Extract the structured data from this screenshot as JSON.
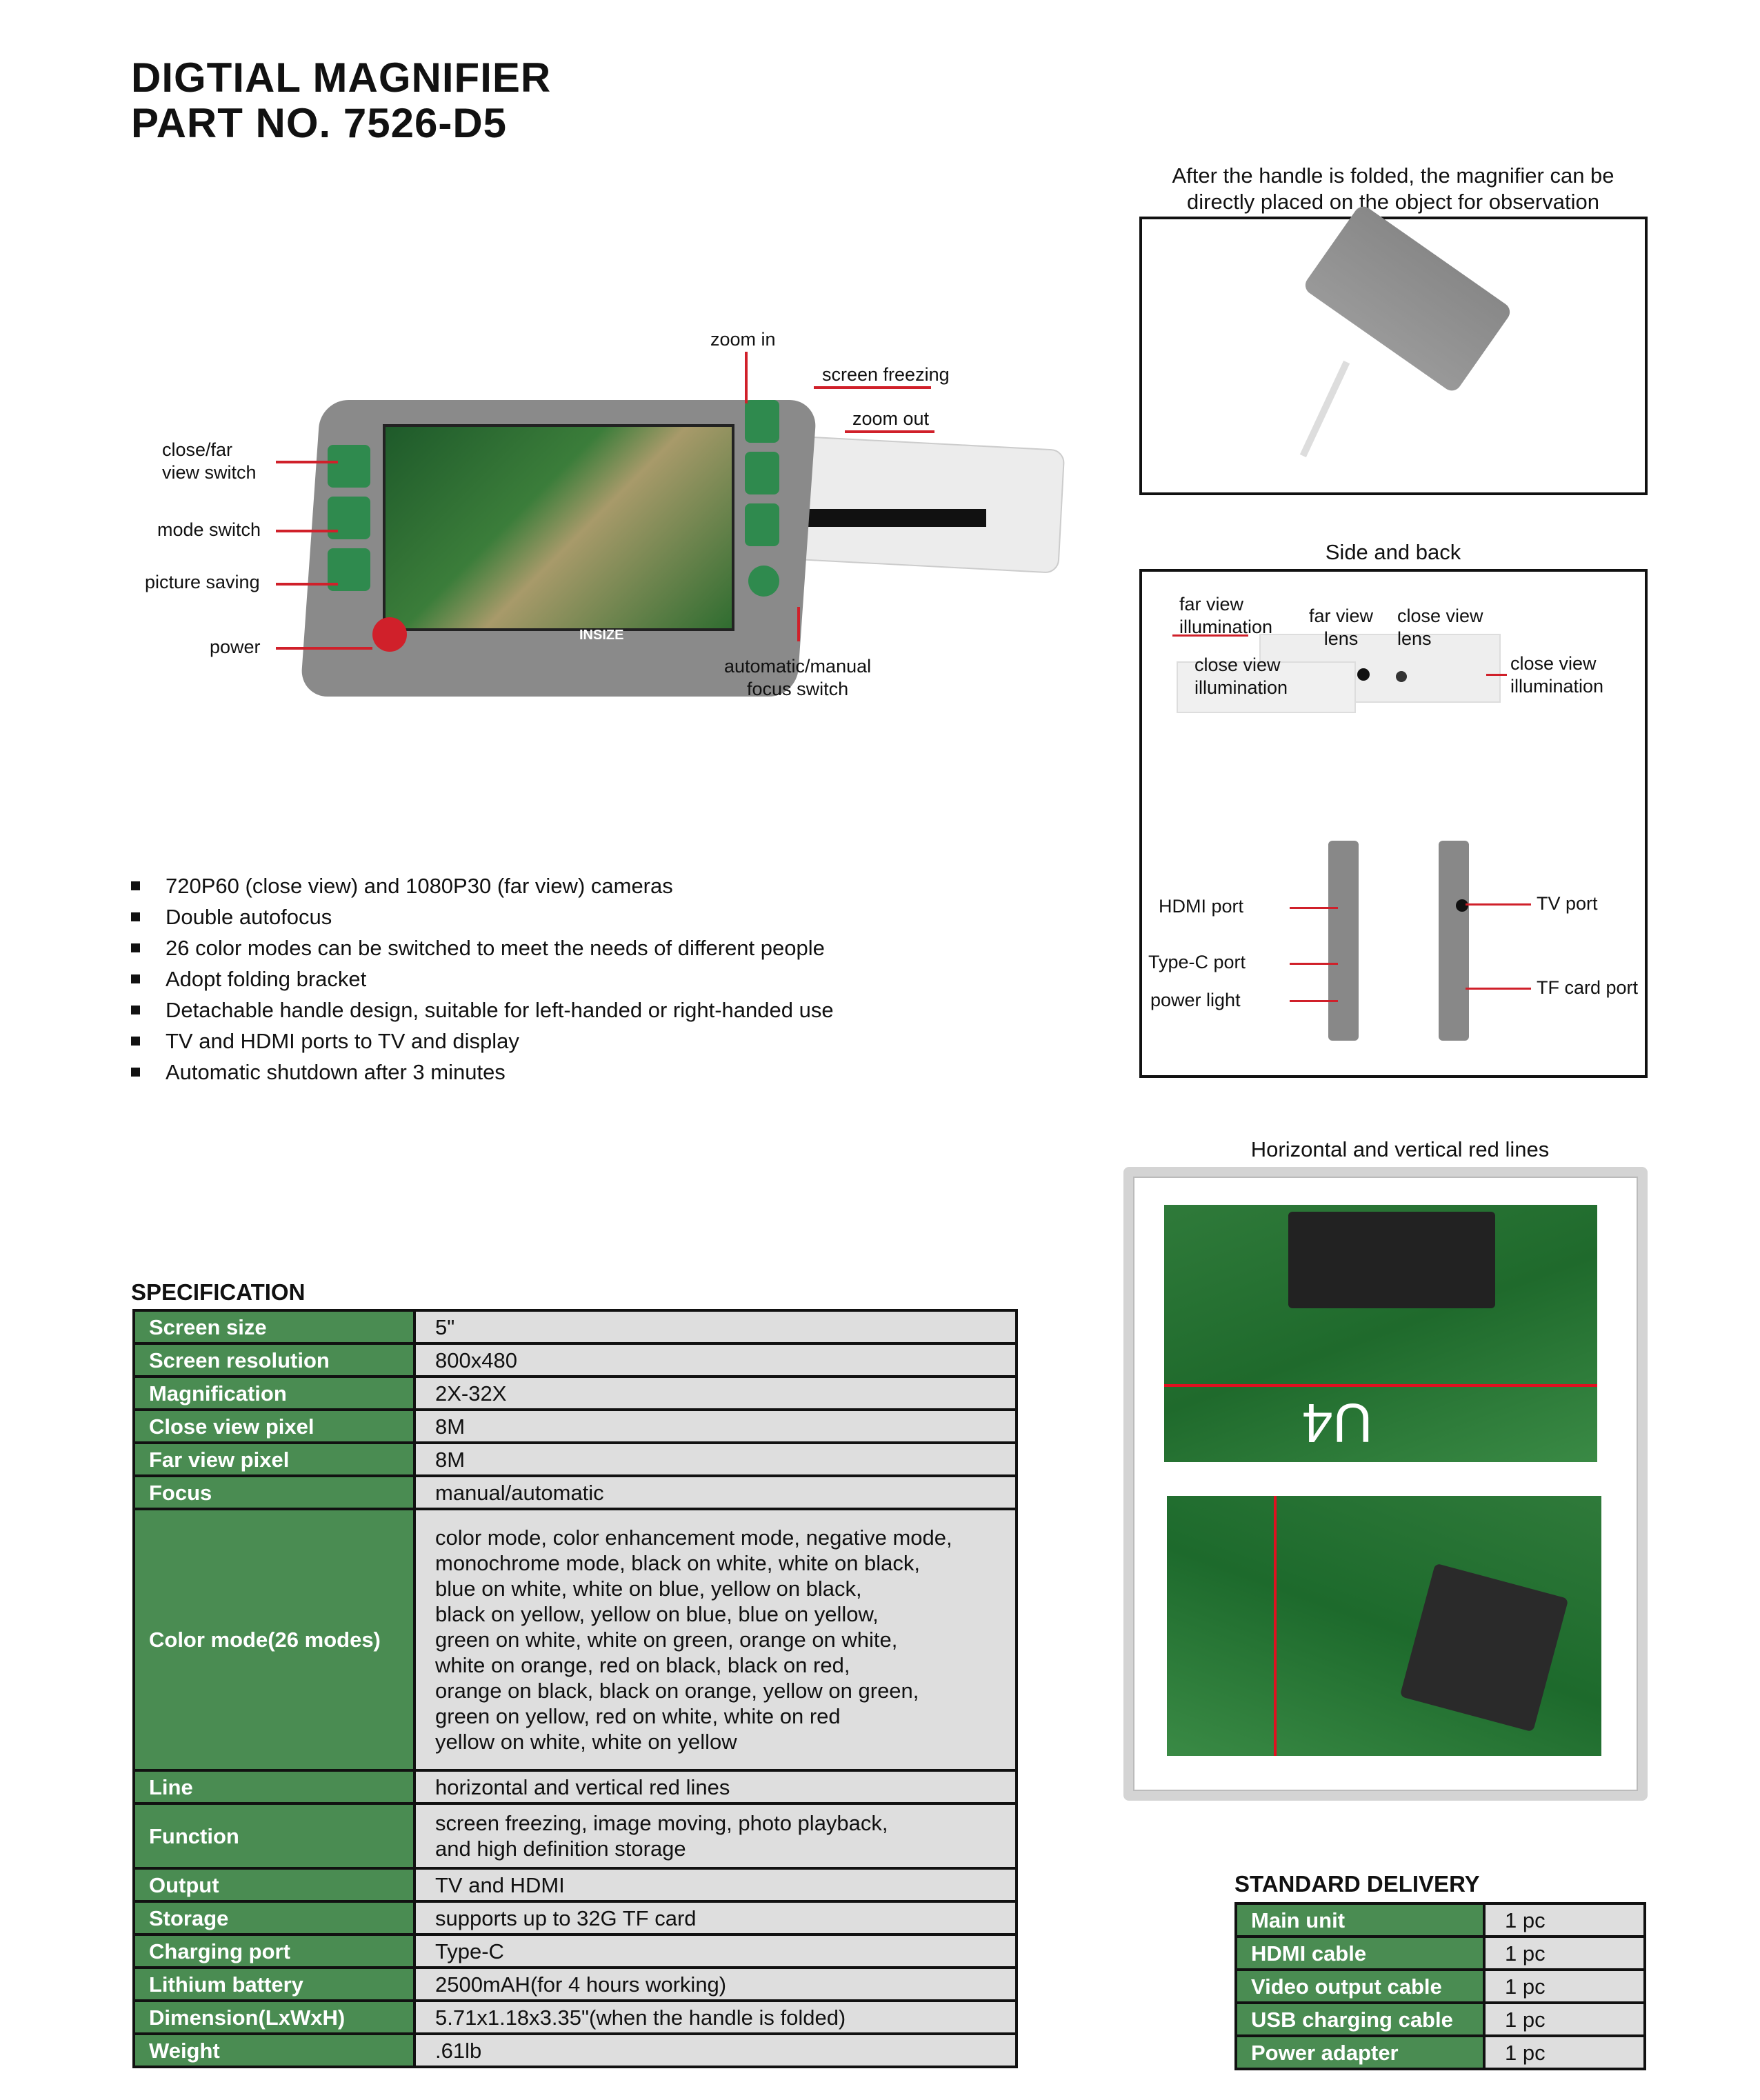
{
  "title": {
    "line1": "DIGTIAL MAGNIFIER",
    "line2": "PART NO. 7526-D5"
  },
  "device_labels": {
    "zoom_in": "zoom in",
    "screen_freezing": "screen freezing",
    "zoom_out": "zoom out",
    "close_far_1": "close/far",
    "close_far_2": "view  switch",
    "mode_switch": "mode switch",
    "picture_saving": "picture saving",
    "power": "power",
    "focus_1": "automatic/manual",
    "focus_2": "focus switch",
    "brand": "INSIZE"
  },
  "folded": {
    "caption_1": "After the handle is folded, the magnifier can be",
    "caption_2": "directly placed on the object for observation"
  },
  "side_back": {
    "caption": "Side and back",
    "far_view_illum_1": "far view",
    "far_view_illum_2": "illumination",
    "far_view_lens_1": "far view",
    "far_view_lens_2": "lens",
    "close_view_lens_1": "close view",
    "close_view_lens_2": "lens",
    "close_illum_l1": "close view",
    "close_illum_l2": "illumination",
    "close_illum_r1": "close view",
    "close_illum_r2": "illumination",
    "hdmi": "HDMI port",
    "typec": "Type-C port",
    "power_light": "power light",
    "tv": "TV port",
    "tf": "TF card port"
  },
  "features": [
    "720P60 (close view) and 1080P30 (far view) cameras",
    "Double autofocus",
    "26 color modes can be switched to meet the needs of different people",
    "Adopt folding bracket",
    "Detachable handle design, suitable for left-handed or right-handed use",
    "TV and HDMI ports to TV and display",
    "Automatic shutdown after 3 minutes"
  ],
  "red_lines": {
    "caption": "Horizontal and vertical red lines",
    "chip_label": "U4"
  },
  "specification": {
    "heading": "SPECIFICATION",
    "rows": [
      {
        "k": "Screen size",
        "v": "5\""
      },
      {
        "k": "Screen resolution",
        "v": "800x480"
      },
      {
        "k": "Magnification",
        "v": "2X-32X"
      },
      {
        "k": "Close view pixel",
        "v": "8M"
      },
      {
        "k": "Far view pixel",
        "v": "8M"
      },
      {
        "k": "Focus",
        "v": "manual/automatic"
      },
      {
        "k": "Color mode(26 modes)",
        "v": [
          "color mode, color enhancement mode, negative mode,",
          "monochrome mode, black on white, white on black,",
          "blue on white, white on blue, yellow on black,",
          "black on yellow, yellow on blue, blue on yellow,",
          "green on white, white on green, orange on white,",
          "white on orange, red on black, black on red,",
          "orange on black, black on orange, yellow on green,",
          "green on yellow, red on white, white on red",
          "yellow on white, white on yellow"
        ]
      },
      {
        "k": "Line",
        "v": "horizontal and vertical red lines"
      },
      {
        "k": "Function",
        "v": [
          "screen freezing, image moving, photo playback,",
          "and high definition storage"
        ]
      },
      {
        "k": "Output",
        "v": "TV and HDMI"
      },
      {
        "k": "Storage",
        "v": "supports up to 32G TF card"
      },
      {
        "k": "Charging port",
        "v": "Type-C"
      },
      {
        "k": "Lithium battery",
        "v": "2500mAH(for 4 hours working)"
      },
      {
        "k": "Dimension(LxWxH)",
        "v": "5.71x1.18x3.35\"(when the handle is folded)"
      },
      {
        "k": "Weight",
        "v": ".61lb"
      }
    ]
  },
  "delivery": {
    "heading": "STANDARD DELIVERY",
    "rows": [
      {
        "k": "Main unit",
        "v": "1  pc"
      },
      {
        "k": "HDMI cable",
        "v": "1  pc"
      },
      {
        "k": "Video output cable",
        "v": "1  pc"
      },
      {
        "k": "USB charging cable",
        "v": "1  pc"
      },
      {
        "k": "Power adapter",
        "v": "1  pc"
      }
    ]
  },
  "colors": {
    "green": "#4a8c52",
    "red": "#d0202a",
    "gray": "#dedede"
  }
}
